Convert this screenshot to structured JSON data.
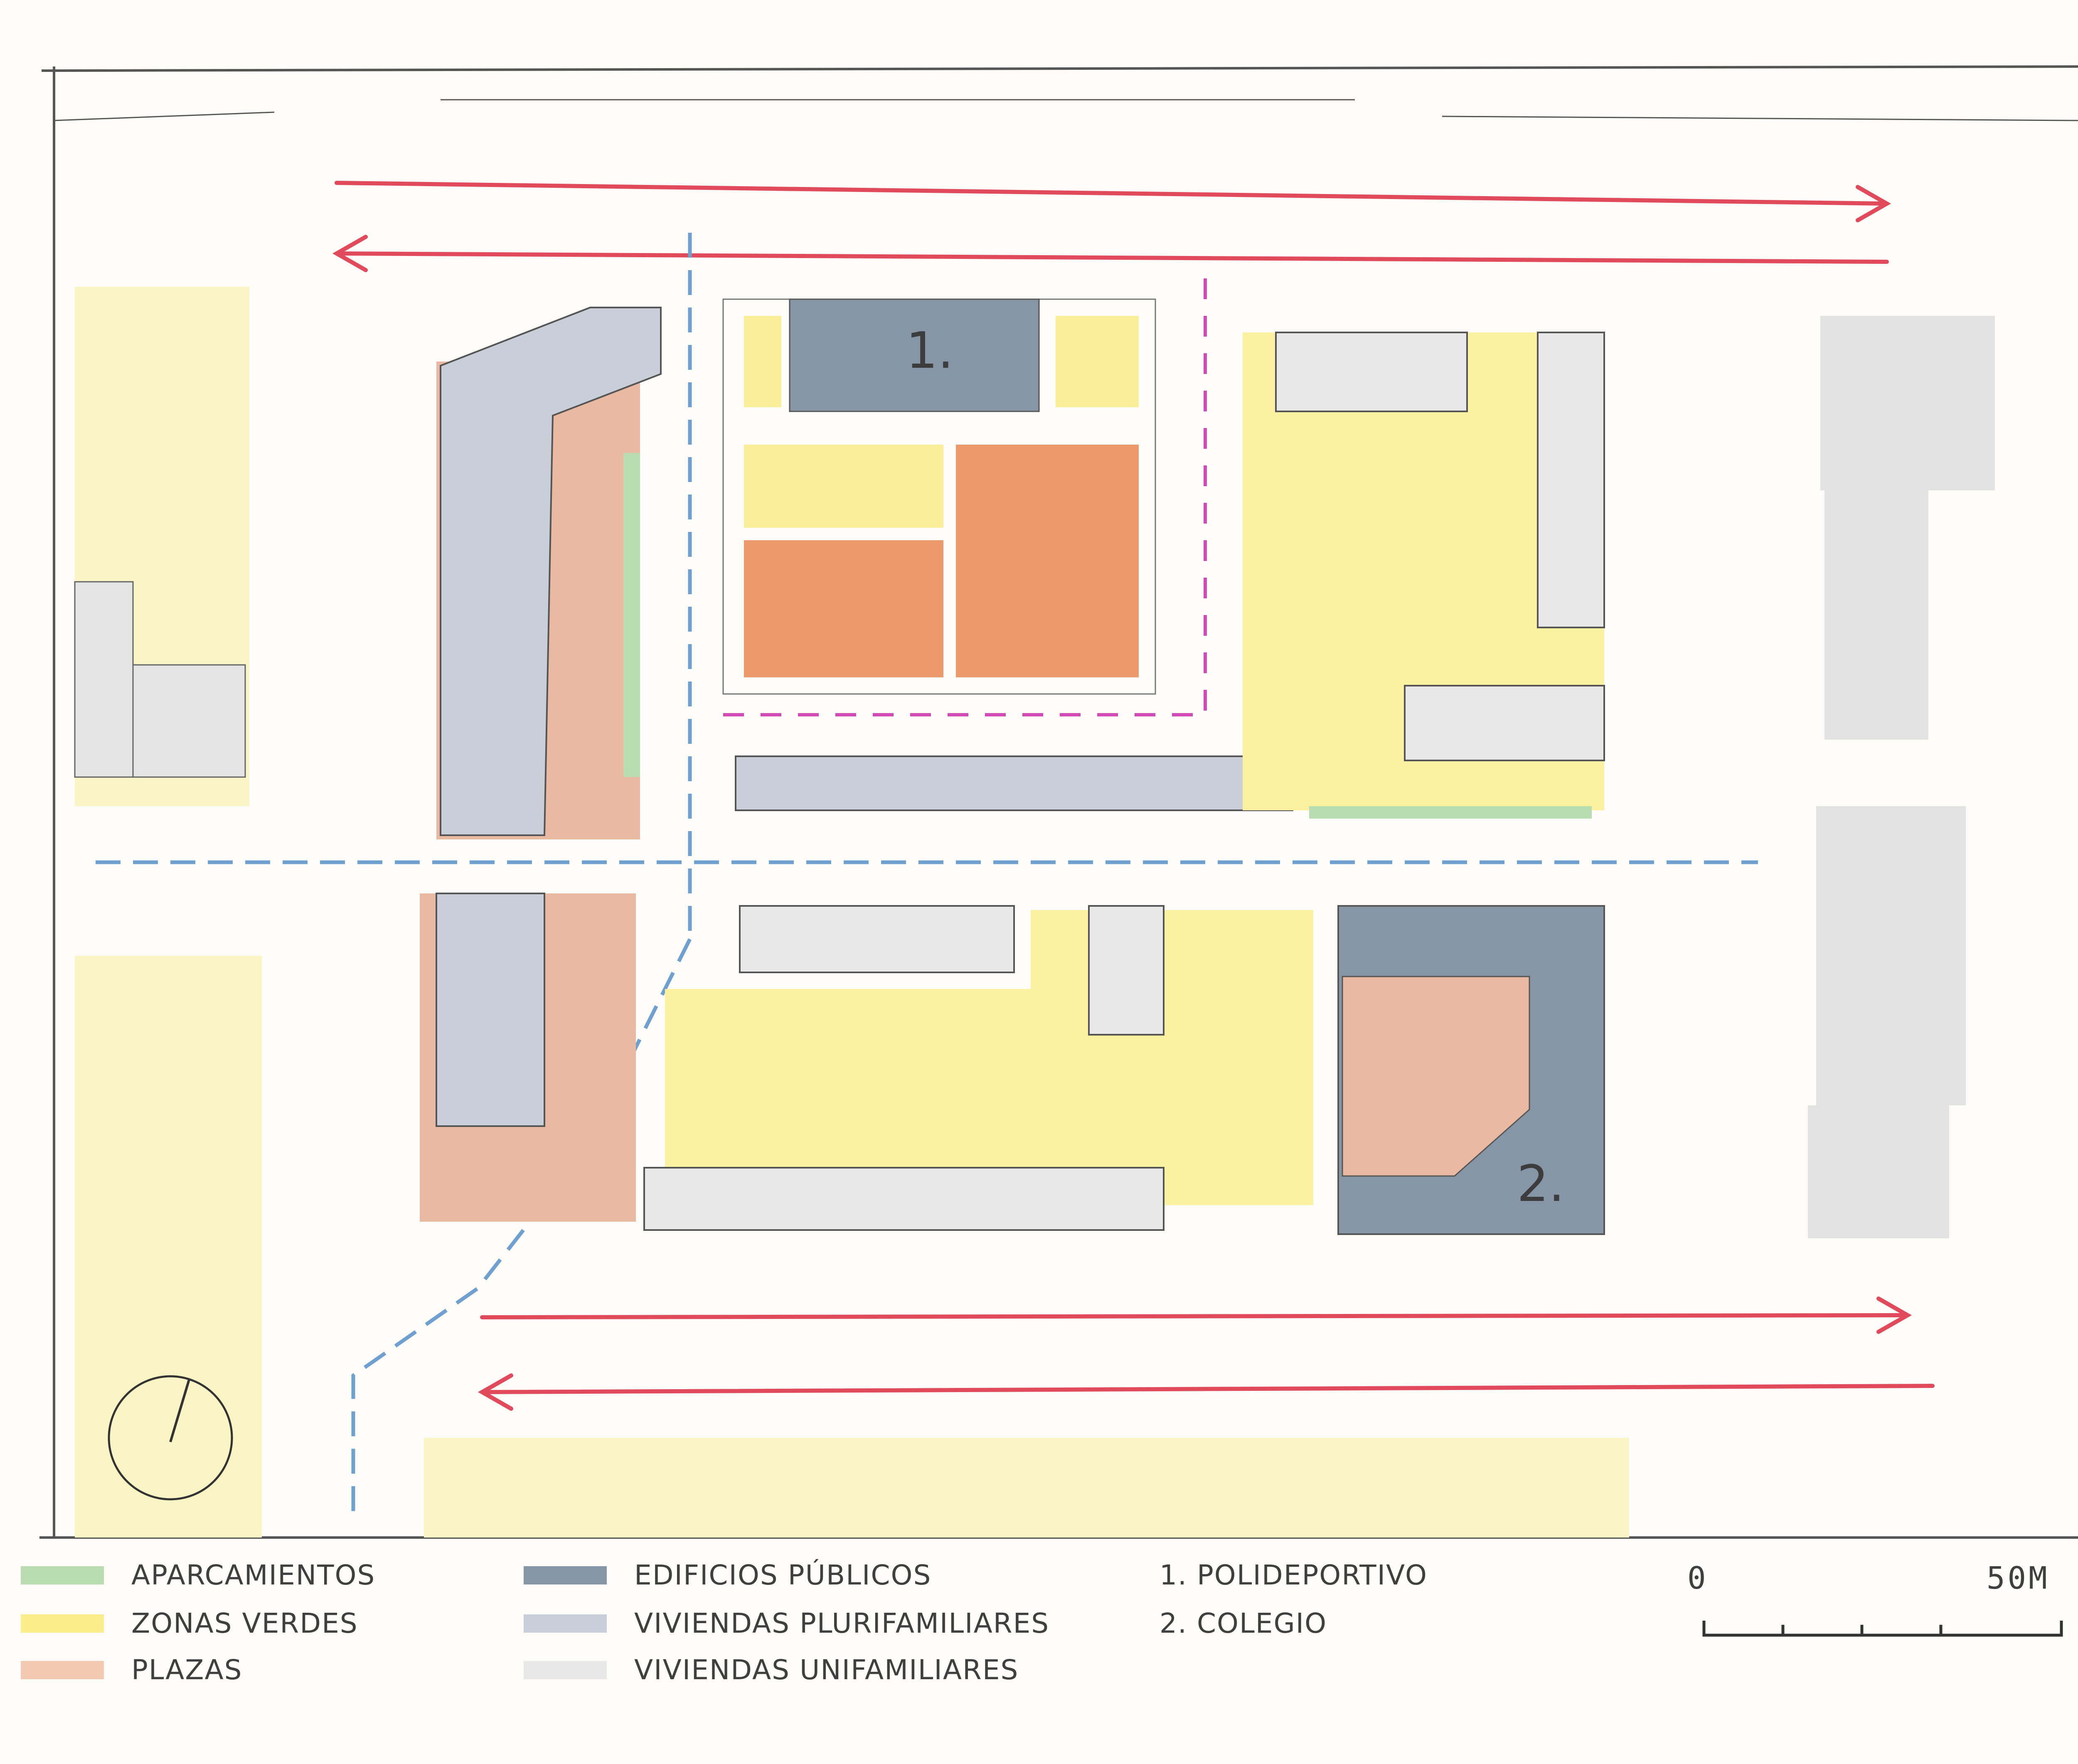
{
  "colors": {
    "parking": "#b9dcb0",
    "green_zones": "#fbee8a",
    "plazas": "#f3c9b1",
    "public_buildings": "#8696a7",
    "multi_family": "#c8cfd8",
    "single_family": "#e8e8e8",
    "street_arrow": "#e04a5a",
    "bike_lane": "#6fa0d0",
    "pedestrian": "#d04ab8",
    "paper": "#fdfcf8"
  },
  "map_labels": {
    "building_1": "1.",
    "building_2": "2."
  },
  "legend": {
    "col1": [
      {
        "label": "APARCAMIENTOS",
        "color_key": "parking"
      },
      {
        "label": "ZONAS VERDES",
        "color_key": "green_zones"
      },
      {
        "label": "PLAZAS",
        "color_key": "plazas"
      }
    ],
    "col2": [
      {
        "label": "EDIFICIOS PÚBLICOS",
        "color_key": "public_buildings"
      },
      {
        "label": "VIVIENDAS PLURIFAMILIARES",
        "color_key": "multi_family"
      },
      {
        "label": "VIVIENDAS UNIFAMILIARES",
        "color_key": "single_family"
      }
    ],
    "col3": [
      {
        "label": "1. POLIDEPORTIVO"
      },
      {
        "label": "2. COLEGIO"
      }
    ]
  },
  "scale_bar": {
    "start_label": "0",
    "end_label": "50M"
  },
  "north_arrow": {
    "icon": "north-arrow-icon"
  }
}
